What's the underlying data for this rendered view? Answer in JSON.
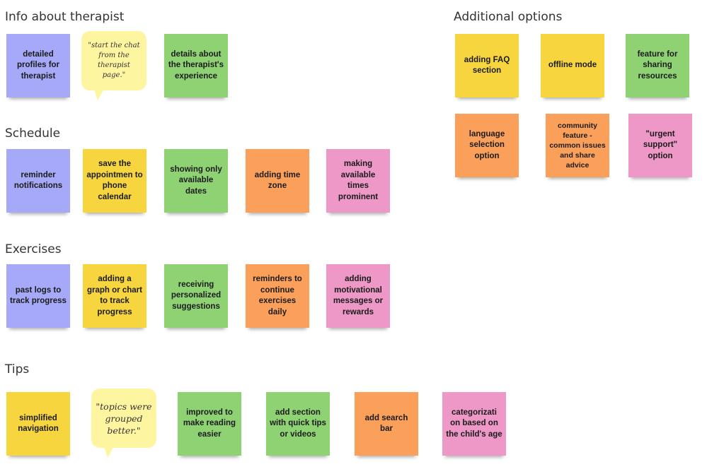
{
  "colors": {
    "blue": "#a5a9f8",
    "yellow": "#f7d53e",
    "green": "#8fd274",
    "orange": "#fba05b",
    "pink": "#ee98c7",
    "bubble": "#fef5a1"
  },
  "sections": {
    "therapist": {
      "title": "Info about therapist",
      "notes": [
        "detailed profiles for therapist",
        "details about the therapist's experience"
      ],
      "quote": "\"start the chat from the therapist page.\""
    },
    "schedule": {
      "title": "Schedule",
      "notes": [
        "reminder notifications",
        "save the appointmen to phone calendar",
        "showing only available dates",
        "adding time zone",
        "making available times prominent"
      ]
    },
    "exercises": {
      "title": "Exercises",
      "notes": [
        "past logs to track progress",
        "adding a graph or chart to track progress",
        "receiving personalized suggestions",
        "reminders to continue exercises daily",
        "adding motivational messages or rewards"
      ]
    },
    "tips": {
      "title": "Tips",
      "notes": [
        "simplified navigation",
        "improved to make reading easier",
        "add section with quick tips or videos",
        "add search bar",
        "categorizati on based on the child's age"
      ],
      "quote": "\"topics were grouped better.\""
    },
    "additional": {
      "title": "Additional options",
      "notes": [
        "adding FAQ section",
        "offline mode",
        "feature for sharing resources",
        "language selection option",
        "community feature - common issues and share advice",
        "\"urgent support\" option"
      ]
    }
  }
}
